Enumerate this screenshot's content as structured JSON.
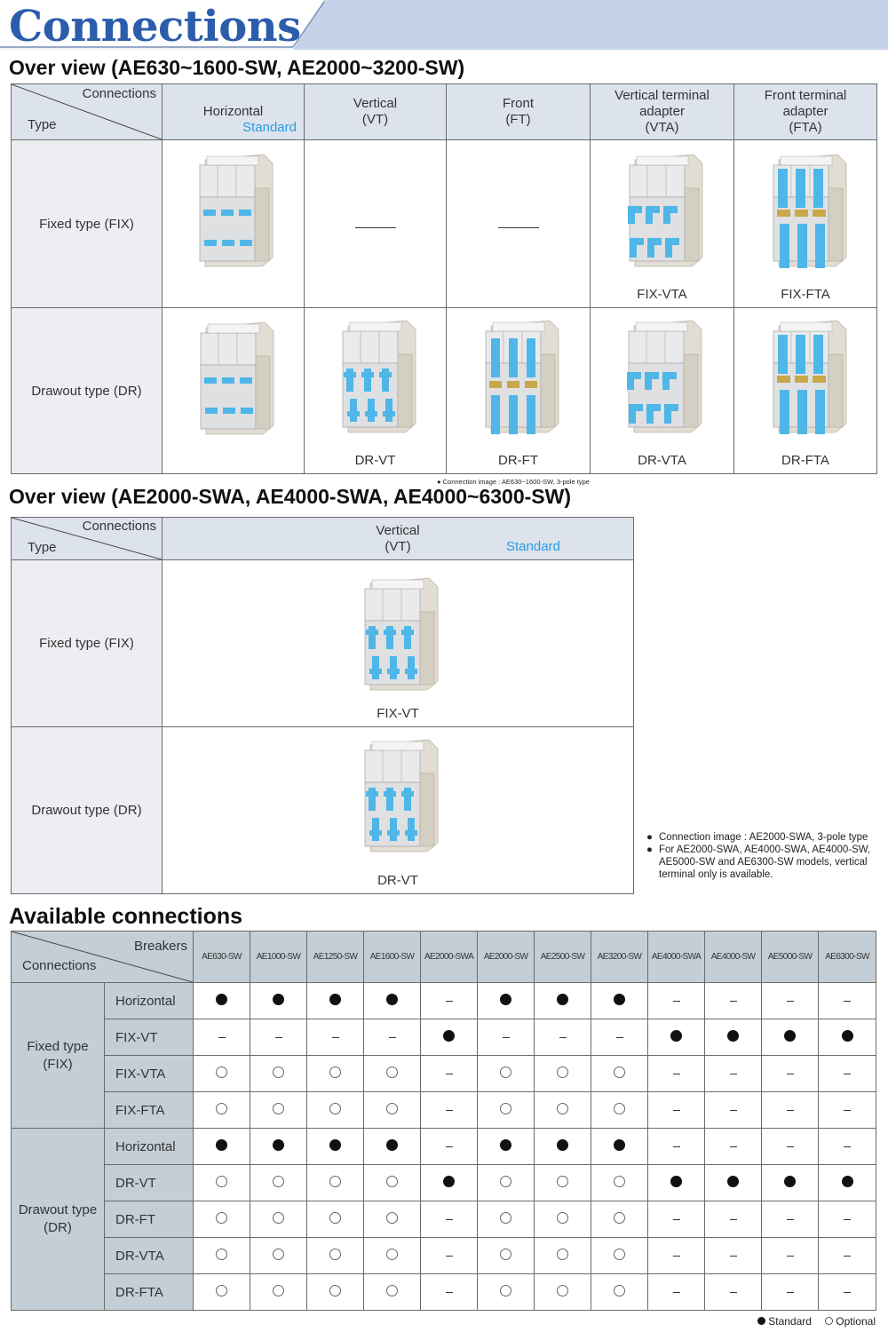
{
  "header": {
    "title": "Connections"
  },
  "overview1": {
    "title": "Over view (AE630~1600-SW, AE2000~3200-SW)",
    "corner_top": "Connections",
    "corner_bottom": "Type",
    "columns": [
      {
        "line1": "Horizontal",
        "line2": "",
        "line3": "",
        "standard": "Standard"
      },
      {
        "line1": "Vertical",
        "line2": "(VT)",
        "line3": "",
        "standard": ""
      },
      {
        "line1": "Front",
        "line2": "(FT)",
        "line3": "",
        "standard": ""
      },
      {
        "line1": "Vertical terminal",
        "line2": "adapter",
        "line3": "(VTA)",
        "standard": ""
      },
      {
        "line1": "Front terminal",
        "line2": "adapter",
        "line3": "(FTA)",
        "standard": ""
      }
    ],
    "rows": [
      {
        "label": "Fixed type (FIX)",
        "captions": [
          "",
          "",
          "",
          "FIX-VTA",
          "FIX-FTA"
        ]
      },
      {
        "label": "Drawout type (DR)",
        "captions": [
          "",
          "DR-VT",
          "DR-FT",
          "DR-VTA",
          "DR-FTA"
        ]
      }
    ],
    "note": "● Connection image : AE630~1600-SW, 3-pole type"
  },
  "overview2": {
    "title": "Over view (AE2000-SWA, AE4000-SWA, AE4000~6300-SW)",
    "corner_top": "Connections",
    "corner_bottom": "Type",
    "column": {
      "line1": "Vertical",
      "line2": "(VT)",
      "standard": "Standard"
    },
    "rows": [
      {
        "label": "Fixed type (FIX)",
        "caption": "FIX-VT"
      },
      {
        "label": "Drawout type (DR)",
        "caption": "DR-VT"
      }
    ],
    "notes": [
      "Connection image : AE2000-SWA, 3-pole type",
      "For AE2000-SWA, AE4000-SWA, AE4000-SW, AE5000-SW and AE6300-SW models, vertical terminal only is available."
    ]
  },
  "available": {
    "title": "Available connections",
    "corner_top": "Breakers",
    "corner_bottom": "Connections",
    "breakers": [
      "AE630-SW",
      "AE1000-SW",
      "AE1250-SW",
      "AE1600-SW",
      "AE2000-SWA",
      "AE2000-SW",
      "AE2500-SW",
      "AE3200-SW",
      "AE4000-SWA",
      "AE4000-SW",
      "AE5000-SW",
      "AE6300-SW"
    ],
    "groups": [
      {
        "line1": "Fixed type",
        "line2": "(FIX)",
        "rows": [
          {
            "label": "Horizontal",
            "values": [
              "S",
              "S",
              "S",
              "S",
              "-",
              "S",
              "S",
              "S",
              "-",
              "-",
              "-",
              "-"
            ]
          },
          {
            "label": "FIX-VT",
            "values": [
              "-",
              "-",
              "-",
              "-",
              "S",
              "-",
              "-",
              "-",
              "S",
              "S",
              "S",
              "S"
            ]
          },
          {
            "label": "FIX-VTA",
            "values": [
              "O",
              "O",
              "O",
              "O",
              "-",
              "O",
              "O",
              "O",
              "-",
              "-",
              "-",
              "-"
            ]
          },
          {
            "label": "FIX-FTA",
            "values": [
              "O",
              "O",
              "O",
              "O",
              "-",
              "O",
              "O",
              "O",
              "-",
              "-",
              "-",
              "-"
            ]
          }
        ]
      },
      {
        "line1": "Drawout type",
        "line2": "(DR)",
        "rows": [
          {
            "label": "Horizontal",
            "values": [
              "S",
              "S",
              "S",
              "S",
              "-",
              "S",
              "S",
              "S",
              "-",
              "-",
              "-",
              "-"
            ]
          },
          {
            "label": "DR-VT",
            "values": [
              "O",
              "O",
              "O",
              "O",
              "S",
              "O",
              "O",
              "O",
              "S",
              "S",
              "S",
              "S"
            ]
          },
          {
            "label": "DR-FT",
            "values": [
              "O",
              "O",
              "O",
              "O",
              "-",
              "O",
              "O",
              "O",
              "-",
              "-",
              "-",
              "-"
            ]
          },
          {
            "label": "DR-VTA",
            "values": [
              "O",
              "O",
              "O",
              "O",
              "-",
              "O",
              "O",
              "O",
              "-",
              "-",
              "-",
              "-"
            ]
          },
          {
            "label": "DR-FTA",
            "values": [
              "O",
              "O",
              "O",
              "O",
              "-",
              "O",
              "O",
              "O",
              "-",
              "-",
              "-",
              "-"
            ]
          }
        ]
      }
    ],
    "legend": {
      "standard": "Standard",
      "optional": "Optional"
    }
  },
  "colors": {
    "banner": "#c4d2ea",
    "title_blue": "#2b5dab",
    "terminal_blue": "#4fb6e8",
    "header_fill": "#dde3ec",
    "avail_header": "#c3ced6"
  }
}
